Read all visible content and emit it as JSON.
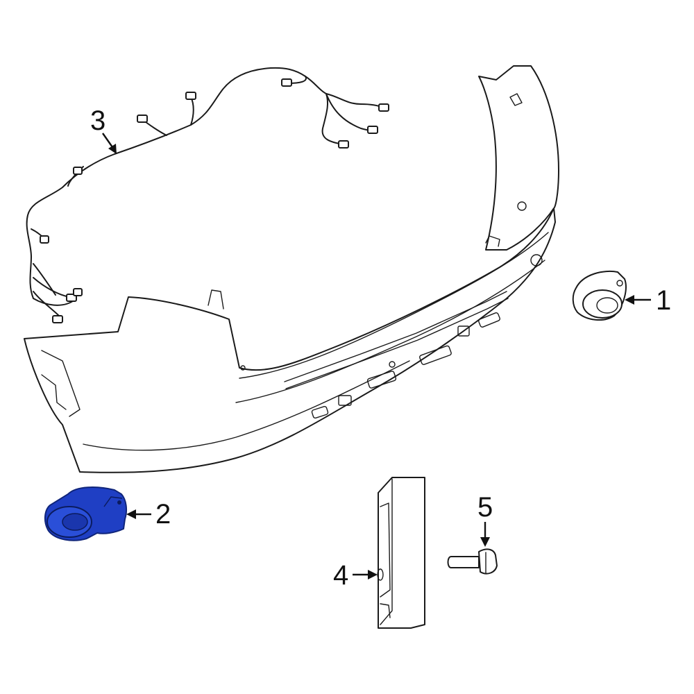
{
  "callouts": [
    {
      "id": "1",
      "label": "1"
    },
    {
      "id": "2",
      "label": "2"
    },
    {
      "id": "3",
      "label": "3"
    },
    {
      "id": "4",
      "label": "4"
    },
    {
      "id": "5",
      "label": "5"
    }
  ],
  "colors": {
    "line": "#1a1a1a",
    "highlight": "#1f3fc4",
    "highlight_dark": "#10257a",
    "background": "#ffffff"
  }
}
